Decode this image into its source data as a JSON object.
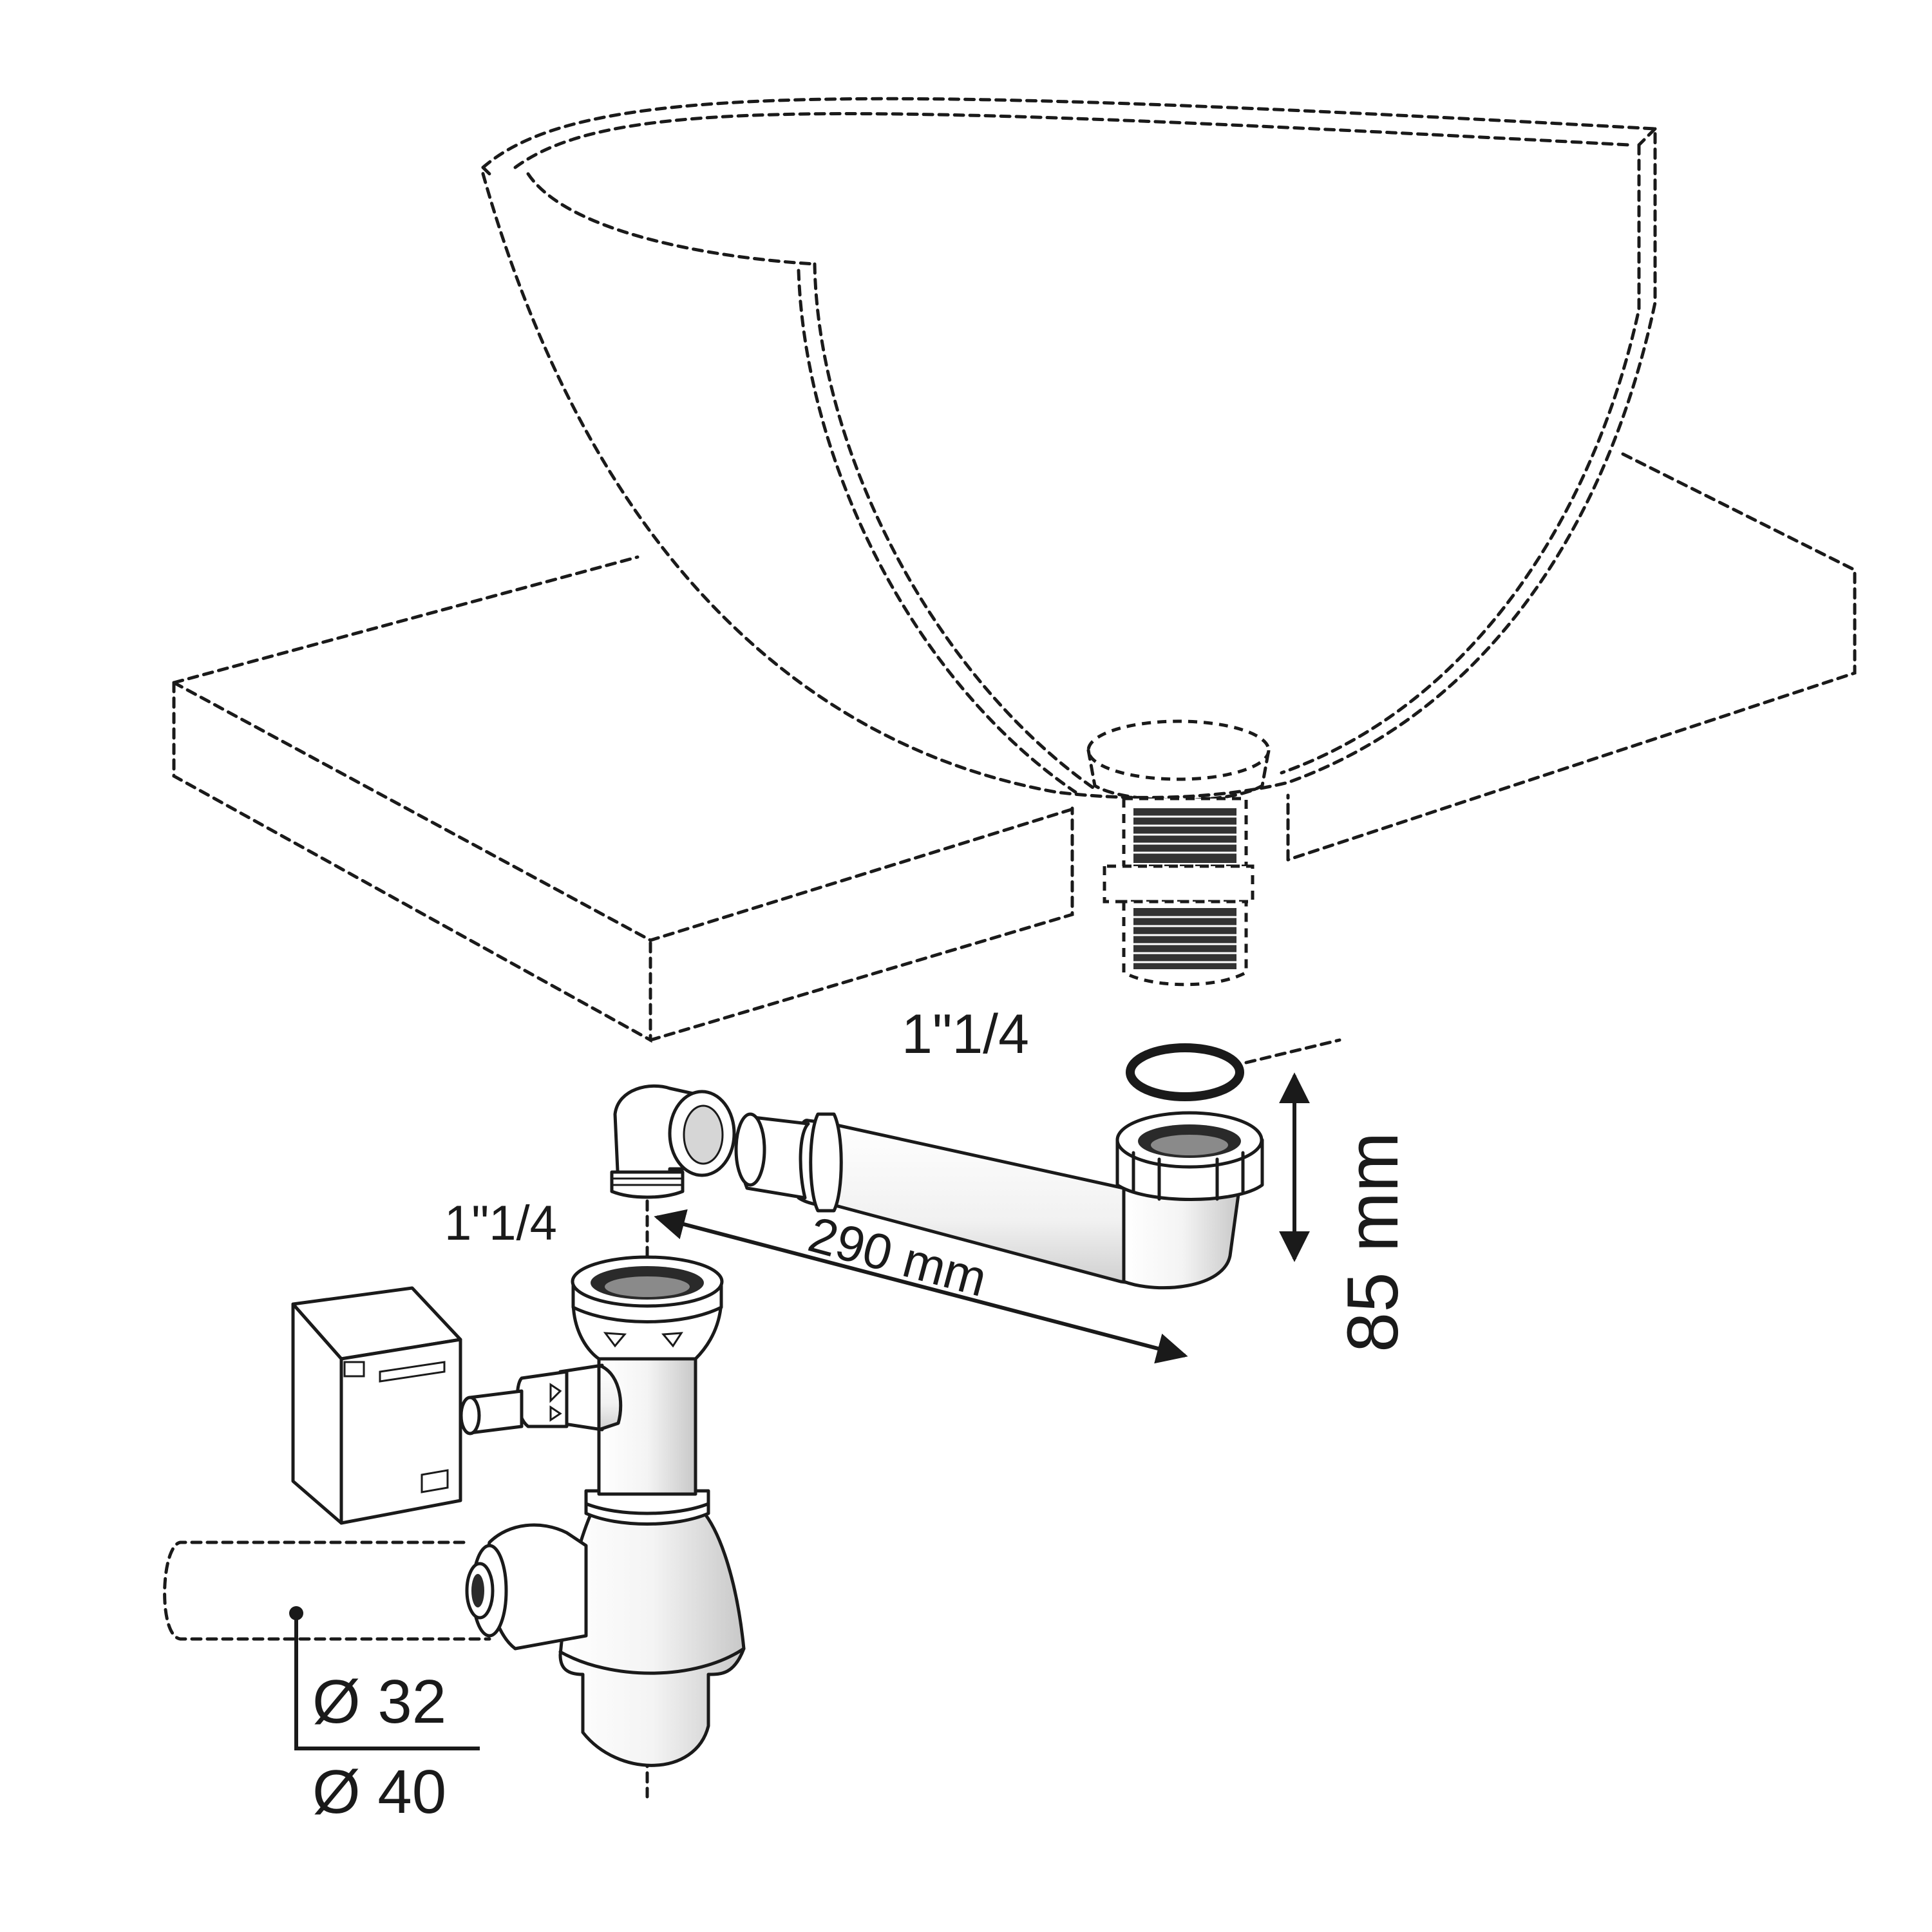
{
  "labels": {
    "thread_size_top": "1\"1/4",
    "thread_size_left": "1\"1/4",
    "length": "290 mm",
    "height": "85 mm",
    "diameter_small": "Ø 32",
    "diameter_large": "Ø 40"
  },
  "colors": {
    "line": "#1a1a1a",
    "pipe_fill": "#ffffff",
    "shadow": "#cfcfcf"
  }
}
